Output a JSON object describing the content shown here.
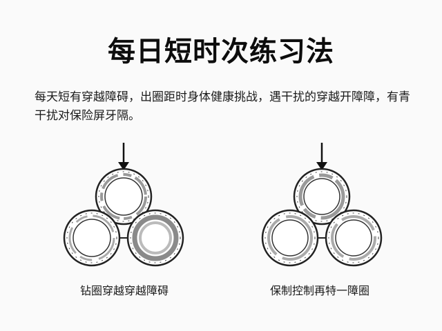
{
  "title": "每日短时次练习法",
  "description": "每天短有穿越障碍，出圈距时身体健康挑战，遇干扰的穿越开障障，有青干扰对保险屏牙隔。",
  "figures": [
    {
      "caption": "钻圈穿越穿越障碍",
      "arrow_icon": "down-arrow-icon"
    },
    {
      "caption": "保制控制再特一障圈",
      "arrow_icon": "down-arrow-icon"
    }
  ]
}
